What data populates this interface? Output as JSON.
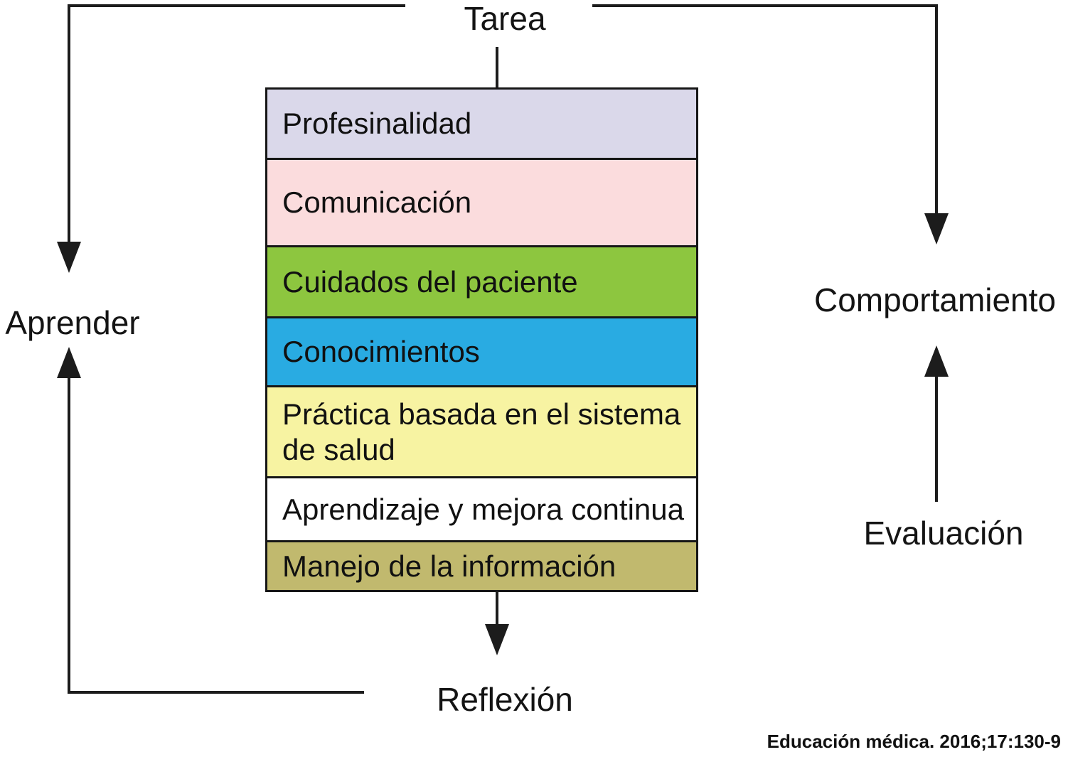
{
  "figure": {
    "background": "#ffffff",
    "line_color": "#1c1c1c",
    "nodes": {
      "tarea": "Tarea",
      "aprender": "Aprender",
      "comportamiento": "Comportamiento",
      "evaluacion": "Evaluación",
      "reflexion": "Reflexión"
    },
    "competency_stack": [
      {
        "label": "Profesinalidad",
        "color": "#dad8ea"
      },
      {
        "label": "Comunicación",
        "color": "#fbdcdd"
      },
      {
        "label": "Cuidados del paciente",
        "color": "#8dc63f"
      },
      {
        "label": "Conocimientos",
        "color": "#29abe2"
      },
      {
        "label": "Práctica basada en el sistema de salud",
        "color": "#f7f3a2"
      },
      {
        "label": "Aprendizaje y mejora continua",
        "color": "#ffffff"
      },
      {
        "label": "Manejo de la información",
        "color": "#c1b96e"
      }
    ],
    "citation": "Educación médica. 2016;17:130-9"
  }
}
